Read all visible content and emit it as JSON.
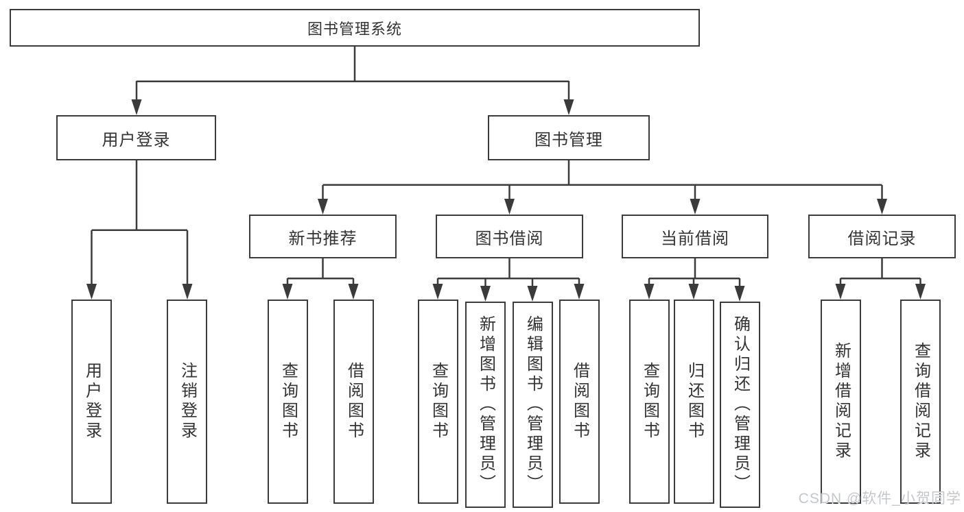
{
  "diagram": {
    "nodes": {
      "root": "图书管理系统",
      "user_login": "用户登录",
      "book_management": "图书管理",
      "new_book_recommend": "新书推荐",
      "book_borrowing": "图书借阅",
      "current_borrowing": "当前借阅",
      "borrowing_records": "借阅记录",
      "leaf_user_login": "用户登录",
      "leaf_logout": "注销登录",
      "leaf_nbr_query_books": "查询图书",
      "leaf_nbr_borrow_books": "借阅图书",
      "leaf_bb_query_books": "查询图书",
      "leaf_bb_add_books": "新增图书（管理员）",
      "leaf_bb_edit_books": "编辑图书（管理员）",
      "leaf_bb_borrow_books": "借阅图书",
      "leaf_cb_query_books": "查询图书",
      "leaf_cb_return_books": "归还图书",
      "leaf_cb_confirm_return": "确认归还（管理员）",
      "leaf_br_add_record": "新增借阅记录",
      "leaf_br_query_record": "查询借阅记录"
    },
    "hierarchy": {
      "root": [
        "user_login",
        "book_management"
      ],
      "user_login": [
        "leaf_user_login",
        "leaf_logout"
      ],
      "book_management": [
        "new_book_recommend",
        "book_borrowing",
        "current_borrowing",
        "borrowing_records"
      ],
      "new_book_recommend": [
        "leaf_nbr_query_books",
        "leaf_nbr_borrow_books"
      ],
      "book_borrowing": [
        "leaf_bb_query_books",
        "leaf_bb_add_books",
        "leaf_bb_edit_books",
        "leaf_bb_borrow_books"
      ],
      "current_borrowing": [
        "leaf_cb_query_books",
        "leaf_cb_return_books",
        "leaf_cb_confirm_return"
      ],
      "borrowing_records": [
        "leaf_br_add_record",
        "leaf_br_query_record"
      ]
    }
  },
  "watermark": {
    "text": "CSDN @软件_小贺同学"
  },
  "colors": {
    "line": "#3b3b3b",
    "border": "#3b3b3b",
    "text": "#333333",
    "watermark": "#c3c7cb",
    "background": "#ffffff"
  }
}
